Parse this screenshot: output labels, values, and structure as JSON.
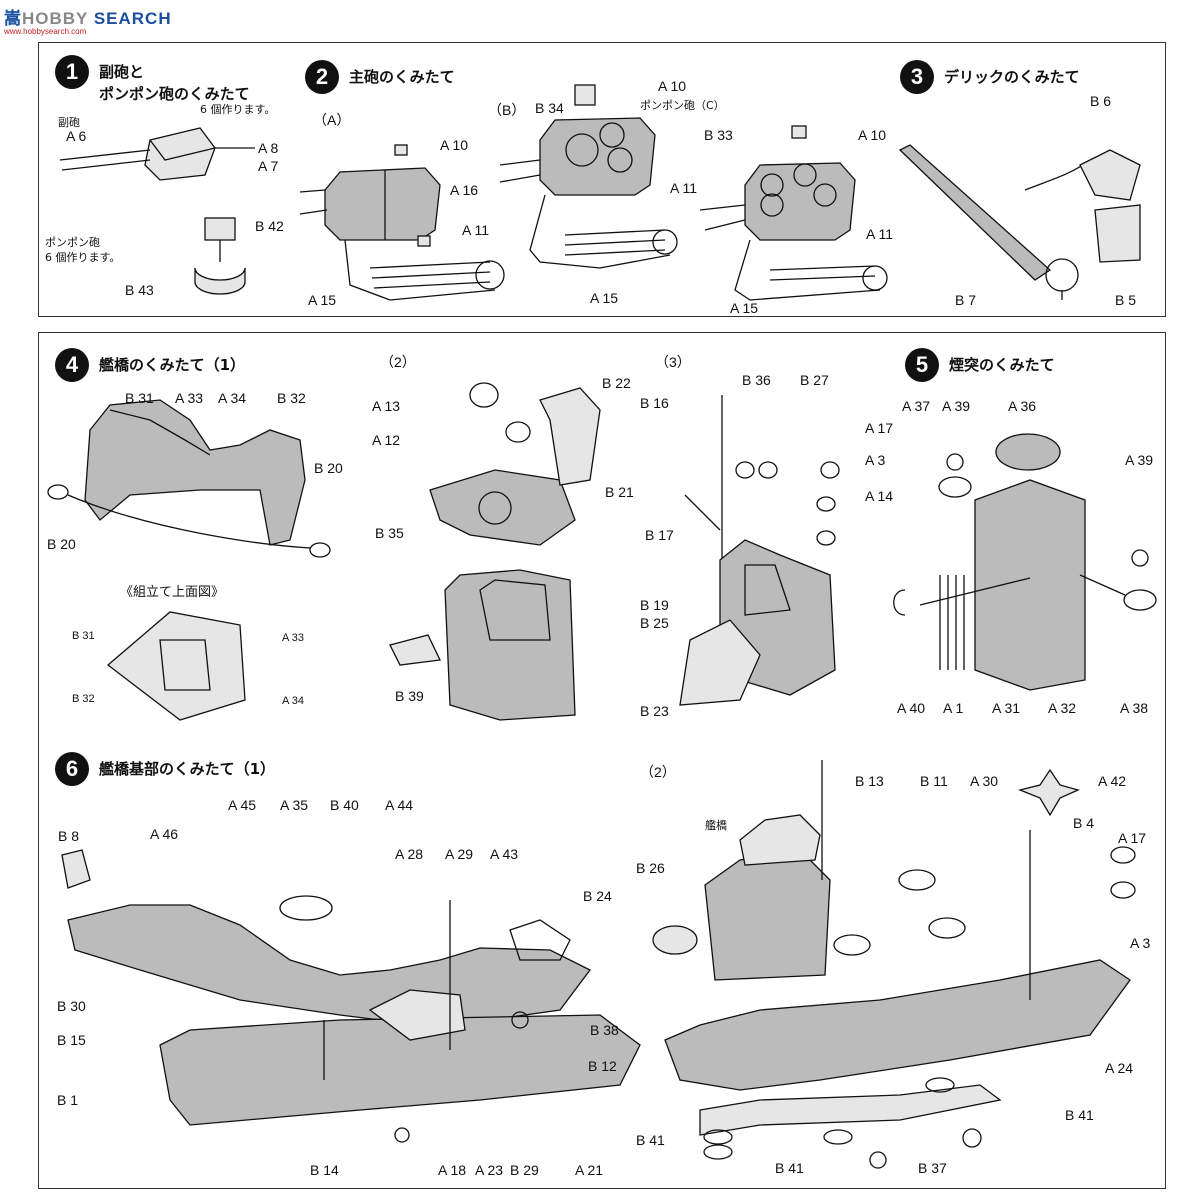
{
  "logo": {
    "main_left": "嵩",
    "main_mid": "HOBBY ",
    "main_right": "SEARCH",
    "site": "www.hobbysearch.com"
  },
  "steps": {
    "s1": {
      "number": "1",
      "title_line1": "副砲と",
      "title_line2": "ポンポン砲のくみたて",
      "note_make6": "6 個作ります。",
      "label_fukuho": "副砲",
      "note_pompom": "ポンポン砲",
      "note_pompom2": "6 個作ります。"
    },
    "s2": {
      "number": "2",
      "title": "主砲のくみたて",
      "sub_a": "（A）",
      "sub_b": "（B）",
      "sub_c": "ポンポン砲（C）"
    },
    "s3": {
      "number": "3",
      "title": "デリックのくみたて"
    },
    "s4": {
      "number": "4",
      "title": "艦橋のくみたて（1）",
      "top_view": "《組立て上面図》",
      "sub2": "（2）",
      "sub3": "（3）"
    },
    "s5": {
      "number": "5",
      "title": "煙突のくみたて"
    },
    "s6": {
      "number": "6",
      "title": "艦橋基部のくみたて（1）",
      "sub2": "（2）",
      "bridge": "艦橋"
    }
  },
  "labels": {
    "A6": "A 6",
    "A8": "A 8",
    "A7": "A 7",
    "B42": "B 42",
    "B43": "B 43",
    "A10a": "A 10",
    "A16": "A 16",
    "A11a": "A 11",
    "A15a": "A 15",
    "B34": "B 34",
    "A10b": "A 10",
    "A11b": "A 11",
    "A15b": "A 15",
    "B33": "B 33",
    "A10c": "A 10",
    "A11c": "A 11",
    "A15c": "A 15",
    "B6": "B 6",
    "B7": "B 7",
    "B5": "B 5",
    "B31": "B 31",
    "A33": "A 33",
    "A34": "A 34",
    "B32": "B 32",
    "B20a": "B 20",
    "B20b": "B 20",
    "tvB31": "B 31",
    "tvA33": "A 33",
    "tvB32": "B 32",
    "tvA34": "A 34",
    "A13": "A 13",
    "A12": "A 12",
    "B22": "B 22",
    "B21": "B 21",
    "B35": "B 35",
    "B39": "B 39",
    "B16": "B 16",
    "B36": "B 36",
    "B27": "B 27",
    "A17a": "A 17",
    "A3a": "A 3",
    "A14": "A 14",
    "B17": "B 17",
    "B19": "B 19",
    "B25": "B 25",
    "B23": "B 23",
    "A37": "A 37",
    "A39a": "A 39",
    "A36": "A 36",
    "A39b": "A 39",
    "A40": "A 40",
    "A1": "A 1",
    "A31": "A 31",
    "A32": "A 32",
    "A38": "A 38",
    "B8": "B 8",
    "A46": "A 46",
    "A45": "A 45",
    "A35": "A 35",
    "B40": "B 40",
    "A44": "A 44",
    "A28": "A 28",
    "A29": "A 29",
    "A43": "A 43",
    "B24": "B 24",
    "B30": "B 30",
    "B15": "B 15",
    "B38": "B 38",
    "B12": "B 12",
    "B1": "B 1",
    "B14": "B 14",
    "A18": "A 18",
    "A23": "A 23",
    "B29": "B 29",
    "A21": "A 21",
    "B26": "B 26",
    "B13": "B 13",
    "B11": "B 11",
    "A30": "A 30",
    "A42": "A 42",
    "B4": "B 4",
    "A17b": "A 17",
    "A3b": "A 3",
    "A24": "A 24",
    "B41a": "B 41",
    "B41b": "B 41",
    "B41c": "B 41",
    "B37": "B 37"
  }
}
